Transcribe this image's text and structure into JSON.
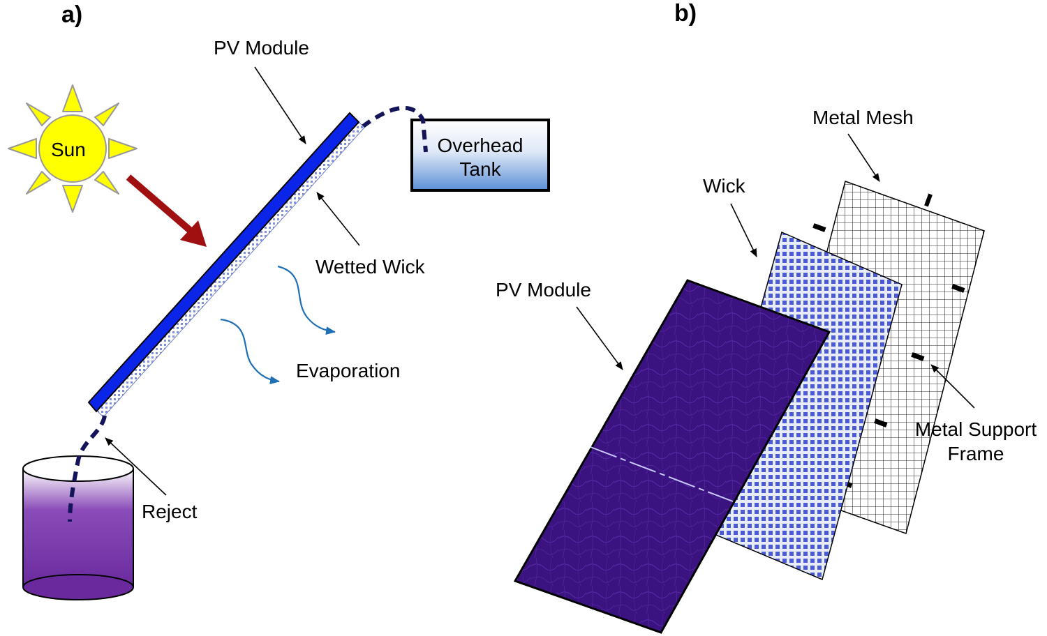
{
  "panel_a": {
    "label": "a)",
    "sun_label": "Sun",
    "pv_module_label": "PV Module",
    "tank_label_line1": "Overhead",
    "tank_label_line2": "Tank",
    "wetted_wick_label": "Wetted Wick",
    "evaporation_label": "Evaporation",
    "reject_label": "Reject"
  },
  "panel_b": {
    "label": "b)",
    "metal_mesh_label": "Metal Mesh",
    "wick_label": "Wick",
    "pv_module_label": "PV Module",
    "frame_label_line1": "Metal Support",
    "frame_label_line2": "Frame"
  },
  "colors": {
    "sun_fill": "#ffff00",
    "pv_blue": "#0a24e8",
    "ray_arrow": "#a01010",
    "evaporation_arrow": "#1f6fb5",
    "dash_line": "#14145a",
    "reject_liquid": "#6a2a9e",
    "pv_module_purple": "#3b1380"
  }
}
